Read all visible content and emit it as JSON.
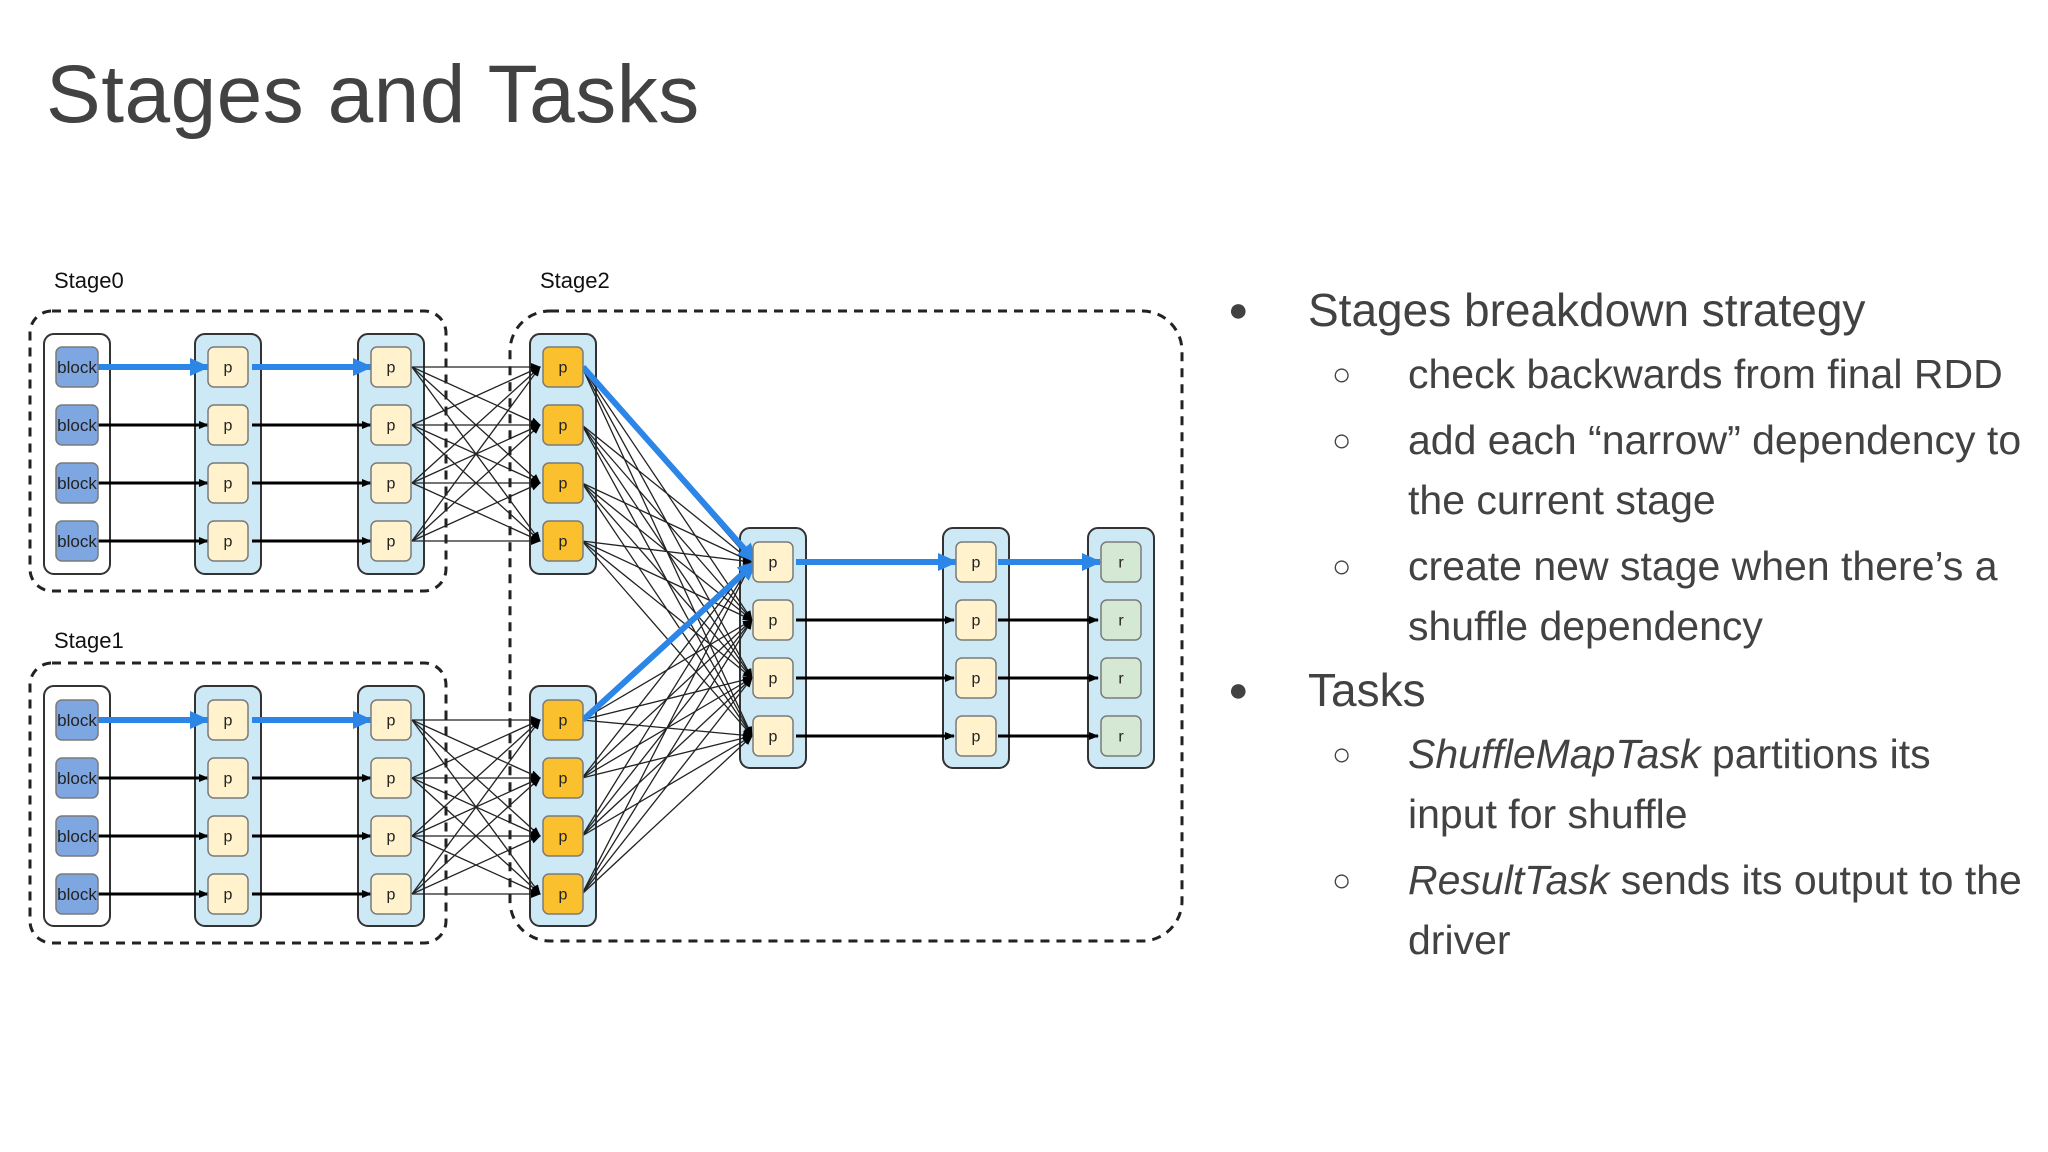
{
  "slide": {
    "title": "Stages and Tasks"
  },
  "diagram": {
    "stage_labels": [
      "Stage0",
      "Stage1",
      "Stage2"
    ],
    "block_label": "block",
    "partition_label": "p",
    "result_label": "r",
    "colors": {
      "block": "#7ea6e0",
      "partition_fill": "#fff2cc",
      "shuffle_partition": "#fbc02d",
      "result": "#d5e8d4",
      "column_bg": "#cce9f5",
      "highlight_arrow": "#2b86e8"
    }
  },
  "bullets": [
    {
      "text": "Stages breakdown strategy",
      "subs": [
        {
          "text": "check backwards from final RDD"
        },
        {
          "text": "add each “narrow” dependency to the current stage"
        },
        {
          "text": "create new stage when there’s a shuffle dependency"
        }
      ]
    },
    {
      "text": "Tasks",
      "subs": [
        {
          "em": "ShuffleMapTask",
          "text": " partitions its input for shuffle"
        },
        {
          "em": "ResultTask",
          "text": " sends its output to the driver"
        }
      ]
    }
  ]
}
